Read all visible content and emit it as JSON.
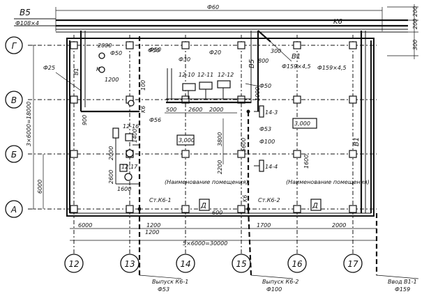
{
  "mains": {
    "v5": "B5",
    "v5_dia": "Ф108×4",
    "k6": "K6",
    "top_dia": "Ф60",
    "dims_right": [
      "200",
      "200",
      "300"
    ]
  },
  "axes": {
    "rows": [
      "Г",
      "В",
      "Б",
      "А"
    ],
    "cols": [
      "12",
      "13",
      "14",
      "15",
      "16",
      "17"
    ]
  },
  "dimensions": {
    "left_total": "3×6000=18000",
    "left_bottom": "6000",
    "bottom_total": "5×6000=30000",
    "left_6000": "6000",
    "left_1200": "1200",
    "mid_1200": "1200",
    "right_2000": "2000",
    "d2000a": "2000",
    "d1200a": "1200",
    "d900": "900",
    "d100": "100",
    "d800": "800",
    "d300": "300",
    "d500": "500",
    "d2600": "2600",
    "d2000b": "2000",
    "d1000": "1000",
    "d2000c": "2000",
    "d1400": "1400",
    "d1600": "1600",
    "d2200": "2200",
    "d3800": "3800",
    "d5600": "5600",
    "d1700": "1700",
    "d2600b": "2600",
    "d600": "600",
    "d1600b": "1600"
  },
  "pipes": {
    "b1_left": "B1",
    "b1_mid": "B1",
    "b1_mid_dia": "Ф159×4,5",
    "b1_right": "B1",
    "b1_right_dia": "Ф159×4,5",
    "b5_mid": "B5",
    "k6_left": "K6",
    "k6_left2": "K6",
    "k6_bottom": "K6",
    "d50a": "Ф50",
    "d50b": "Ф50",
    "d50c": "Ф50",
    "d50d": "Ф50",
    "d20": "Ф20",
    "d25": "Ф25",
    "d30": "Ф30",
    "d56": "Ф56",
    "d53": "Ф53",
    "d100": "Ф100"
  },
  "equipment": {
    "e12_10": "12-10",
    "e12_11": "12-11",
    "e12_12": "12-12",
    "e12_16": "12-16",
    "e12_17": "12-17",
    "e14_3": "14-3",
    "e14_4": "14-4"
  },
  "levels": {
    "l1": "3,000",
    "l2": "3,000"
  },
  "rooms": {
    "r1": "(Наименование помещения)",
    "r2": "(Наименование помещения)",
    "d_mark": "Д",
    "d_mark2": "Д",
    "st1": "Ст.К6-1",
    "st2": "Ст.К6-2"
  },
  "outlets": {
    "k6_1": "Выпуск К6-1",
    "k6_1_dia": "Ф53",
    "k6_2": "Выпуск К6-2",
    "k6_2_dia": "Ф100",
    "b1_1": "Ввод В1-1",
    "b1_1_dia": "Ф159"
  }
}
